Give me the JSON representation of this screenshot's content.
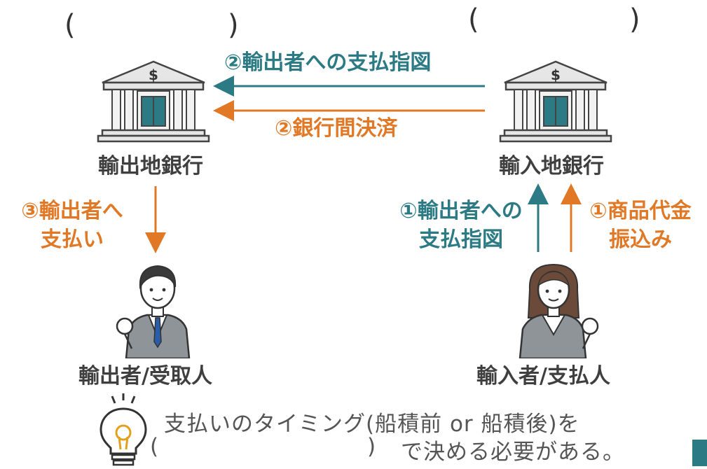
{
  "blanks": {
    "open": "(",
    "close": ")"
  },
  "banks": {
    "exporter_bank": "輸出地銀行",
    "importer_bank": "輸入地銀行",
    "symbol": "$"
  },
  "flows": {
    "step2_payment_instruction": "②輸出者への支払指図",
    "step2_interbank_settlement": "②銀行間決済",
    "step3_line1": "③輸出者へ",
    "step3_line2": "支払い",
    "step1_instruction_line1": "①輸出者への",
    "step1_instruction_line2": "支払指図",
    "step1_transfer_line1": "①商品代金",
    "step1_transfer_line2": "振込み"
  },
  "people": {
    "exporter": "輸出者/受取人",
    "importer": "輸入者/支払人"
  },
  "note": {
    "line1": "支払いのタイミング(船積前 or 船積後)を",
    "line2": "で決める必要がある。"
  },
  "colors": {
    "teal": "#2b7a84",
    "orange": "#e07826",
    "text": "#3f3f3f"
  },
  "icons": [
    "bank-icon",
    "man-icon",
    "woman-icon",
    "lightbulb-icon"
  ]
}
